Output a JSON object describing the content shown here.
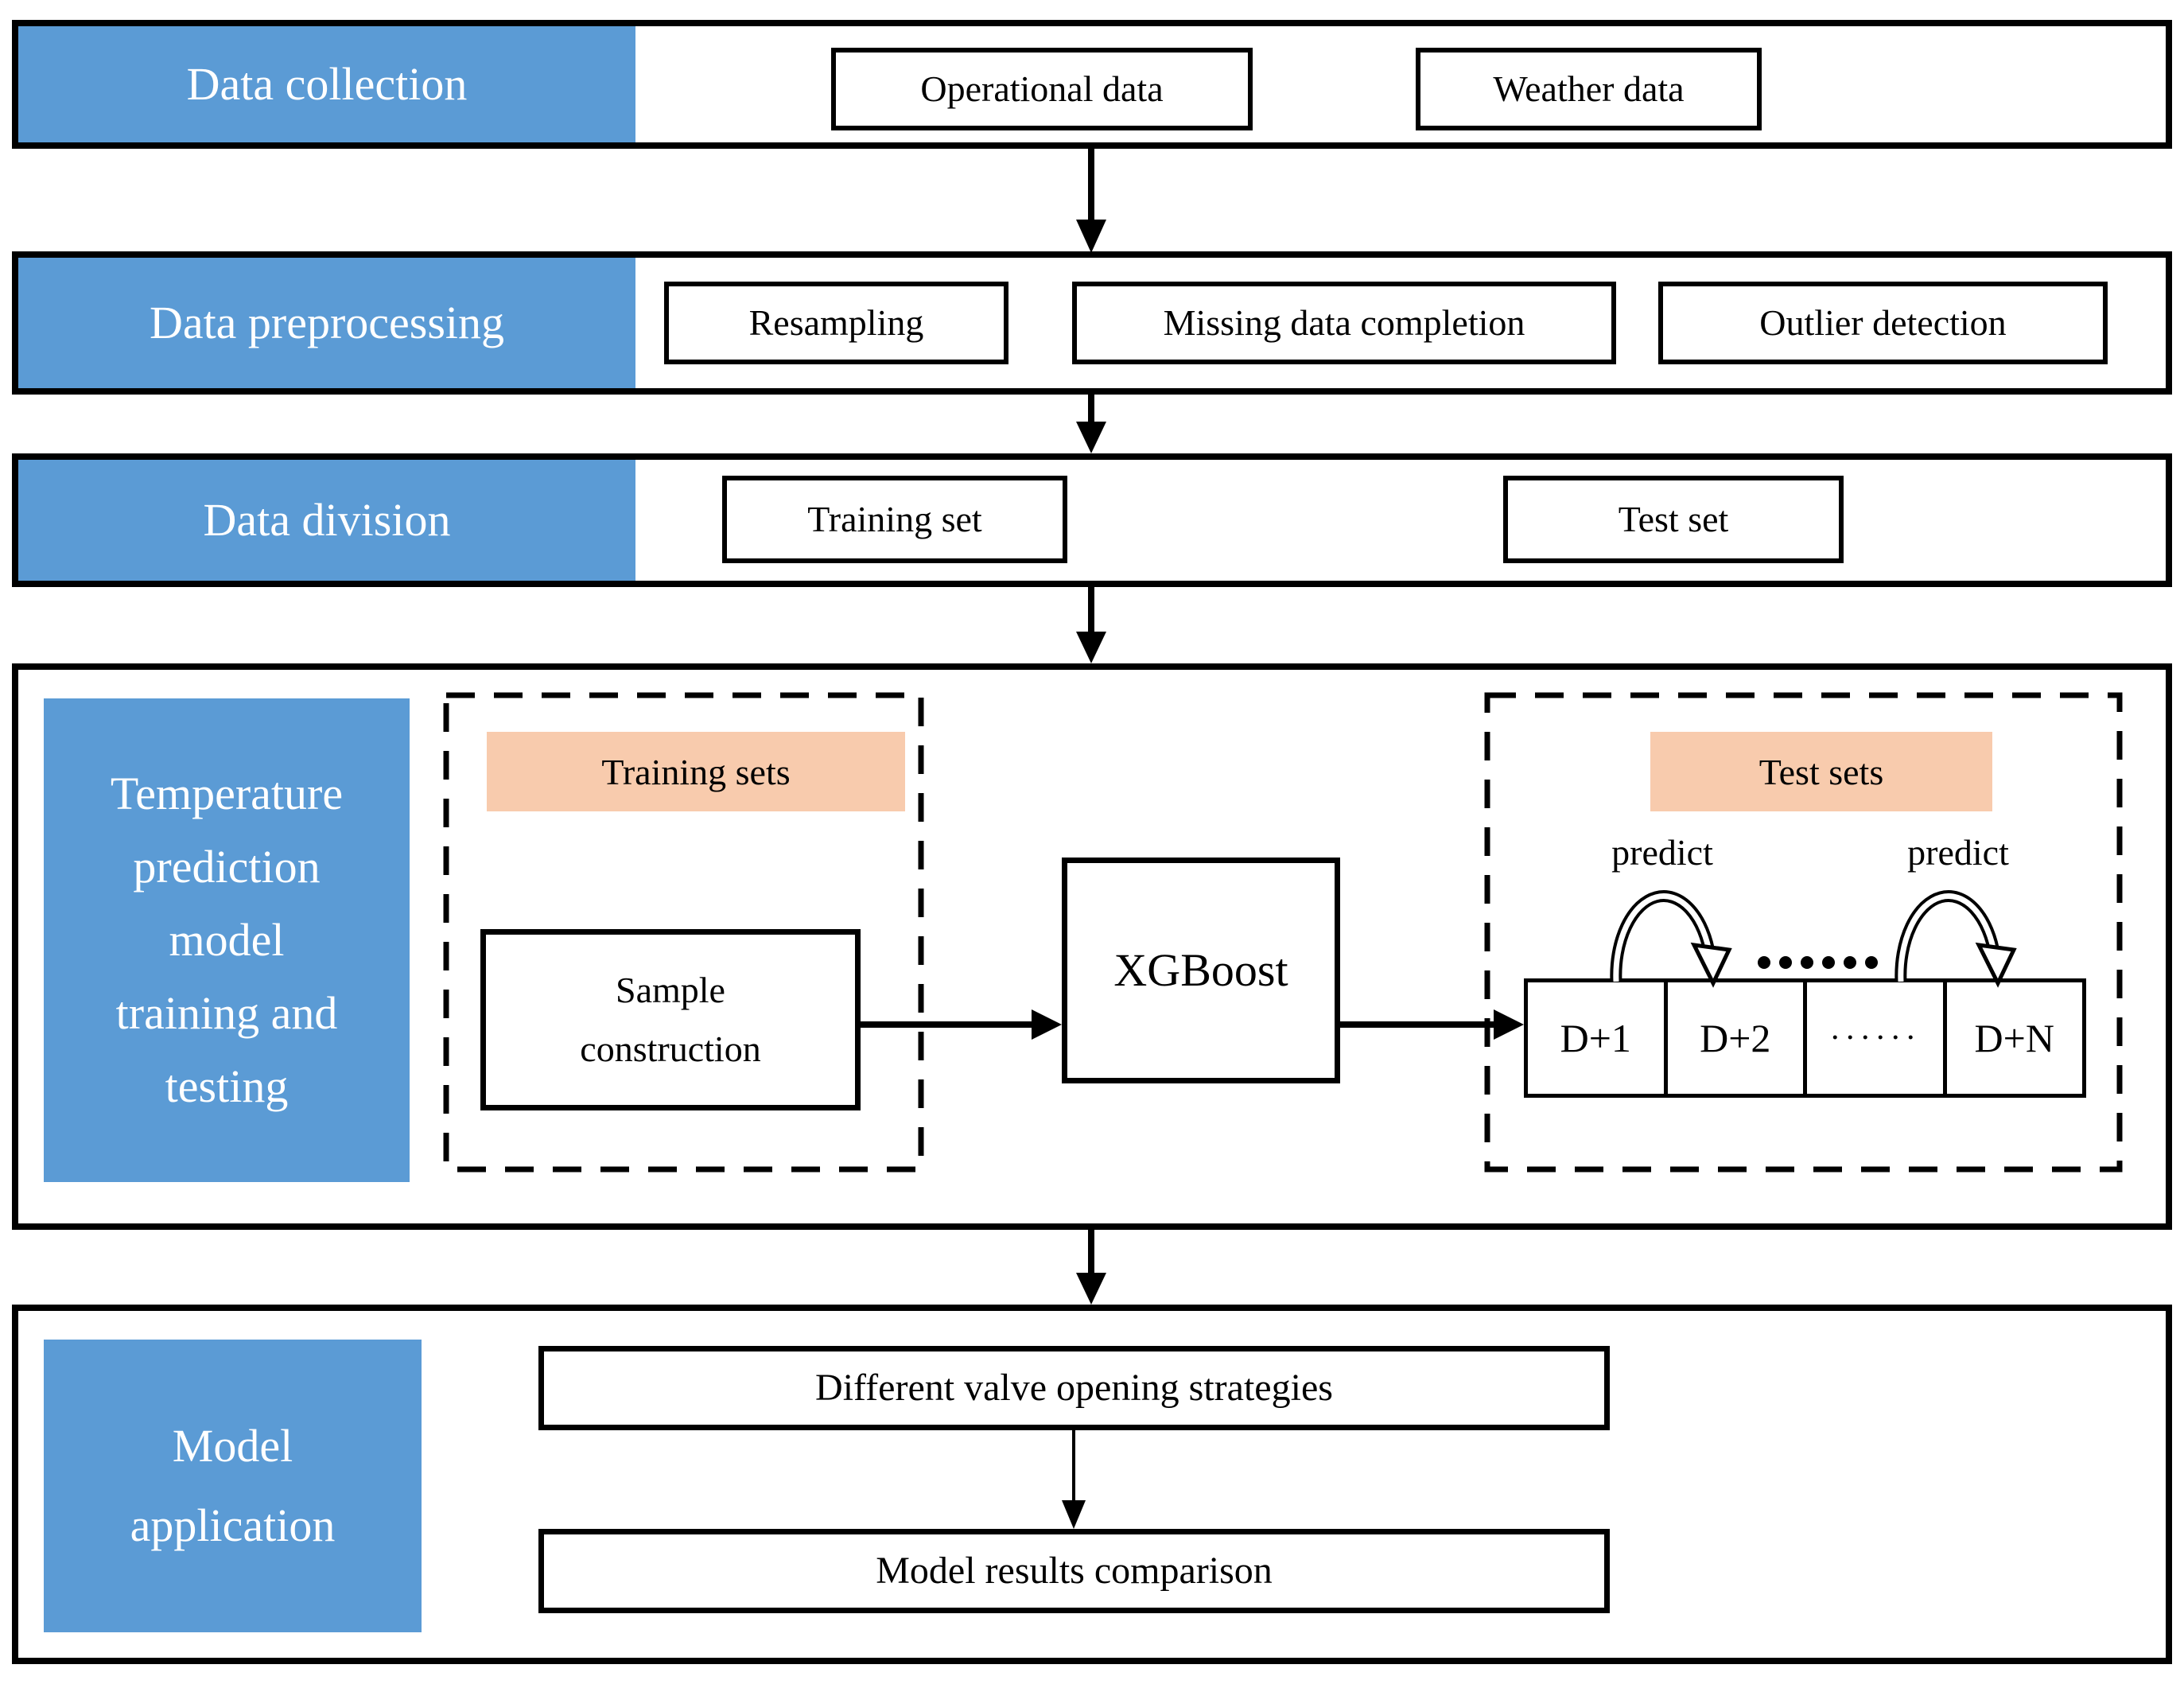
{
  "colors": {
    "blue": "#5B9BD5",
    "peach": "#F8CBAD",
    "line": "#000000"
  },
  "rows": [
    {
      "label": "Data collection",
      "boxes": [
        "Operational data",
        "Weather data"
      ]
    },
    {
      "label": "Data preprocessing",
      "boxes": [
        "Resampling",
        "Missing data completion",
        "Outlier detection"
      ]
    },
    {
      "label": "Data division",
      "boxes": [
        "Training set",
        "Test set"
      ]
    }
  ],
  "training_section": {
    "label": "Temperature prediction model training and testing",
    "label_lines": [
      "Temperature",
      "prediction",
      "model",
      "training and",
      "testing"
    ],
    "training_group": {
      "title": "Training sets",
      "box": "Sample construction",
      "box_lines": [
        "Sample",
        "construction"
      ]
    },
    "model_box": "XGBoost",
    "test_group": {
      "title": "Test sets",
      "predict_label": "predict",
      "cells": [
        "D+1",
        "D+2",
        "······",
        "D+N"
      ]
    }
  },
  "application_section": {
    "label": "Model application",
    "label_lines": [
      "Model",
      "application"
    ],
    "boxes": [
      "Different valve opening strategies",
      "Model results comparison"
    ]
  }
}
